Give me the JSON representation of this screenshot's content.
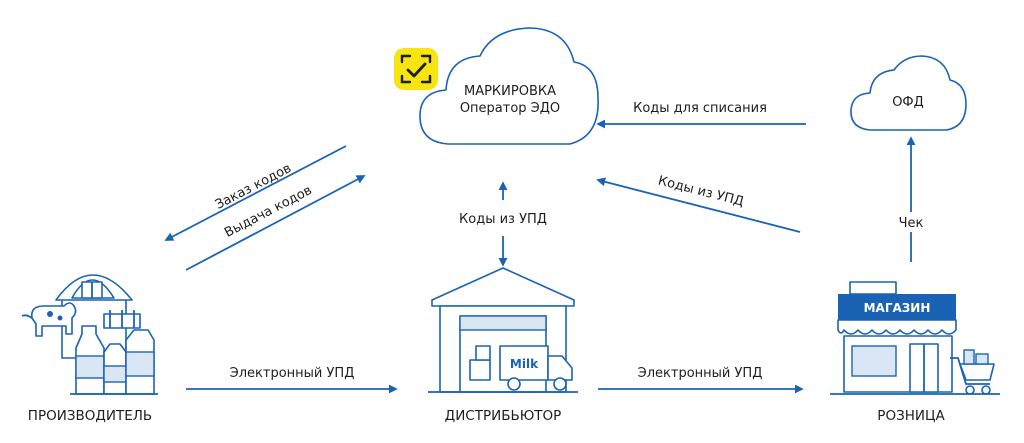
{
  "cloud_marking": {
    "line1": "МАРКИРОВКА",
    "line2": "Оператор ЭДО"
  },
  "cloud_ofd": {
    "label": "ОФД"
  },
  "nodes": {
    "producer": "ПРОИЗВОДИТЕЛЬ",
    "distributor": "ДИСТРИБЬЮТОР",
    "retail": "РОЗНИЦА"
  },
  "arrows": {
    "order_codes": "Заказ кодов",
    "issue_codes": "Выдача кодов",
    "codes_from_upd_center": "Коды из УПД",
    "codes_from_upd_retail": "Коды из УПД",
    "write_off_codes": "Коды для списания",
    "receipt": "Чек",
    "electronic_upd_1": "Электронный УПД",
    "electronic_upd_2": "Электронный УПД"
  },
  "truck": {
    "label": "Milk"
  },
  "store": {
    "sign": "МАГАЗИН"
  },
  "colors": {
    "primary": "#1a63b4",
    "accent_badge": "#f6e510",
    "text": "#1d1d1b"
  }
}
